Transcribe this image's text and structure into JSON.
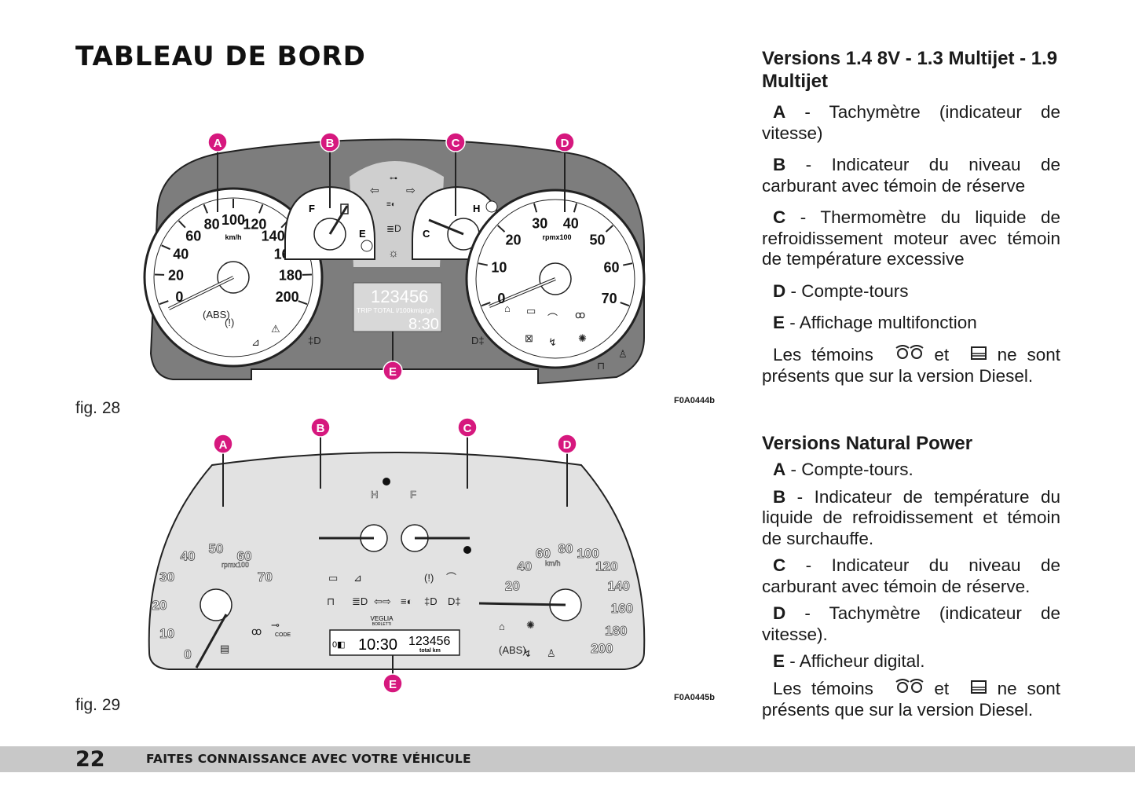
{
  "page": {
    "title": "TABLEAU DE BORD",
    "page_number": "22",
    "footer": "FAITES CONNAISSANCE AVEC VOTRE VÉHICULE"
  },
  "fig28": {
    "label": "fig. 28",
    "code": "F0A0444b",
    "callouts": [
      "A",
      "B",
      "C",
      "D",
      "E"
    ],
    "speedo_ticks": [
      "0",
      "20",
      "40",
      "60",
      "80",
      "100",
      "120",
      "140",
      "160",
      "180",
      "200"
    ],
    "speedo_unit": "km/h",
    "fuel_labels": [
      "F",
      "E"
    ],
    "temp_labels": [
      "C",
      "H"
    ],
    "tacho_ticks": [
      "0",
      "10",
      "20",
      "30",
      "40",
      "50",
      "60",
      "70"
    ],
    "tacho_unit": "rpmx100",
    "display_odo": "123456",
    "display_trip": "TRIP TOTAL l/100kmip/gh",
    "display_time": "8:30"
  },
  "fig29": {
    "label": "fig. 29",
    "code": "F0A0445b",
    "callouts": [
      "A",
      "B",
      "C",
      "D",
      "E"
    ],
    "tacho_ticks": [
      "0",
      "10",
      "20",
      "30",
      "40",
      "50",
      "60",
      "70"
    ],
    "tacho_unit": "rpmx100",
    "temp_label": "H",
    "fuel_label": "F",
    "speedo_ticks": [
      "20",
      "40",
      "60",
      "80",
      "100",
      "120",
      "140",
      "160",
      "180",
      "200"
    ],
    "speedo_unit": "km/h",
    "brand": "VEGLIA",
    "brand_sub": "BORLETTI",
    "code_label": "CODE",
    "display_time": "10:30",
    "display_odo": "123456",
    "display_odo_label": "total km"
  },
  "section1": {
    "title": "Versions 1.4 8V - 1.3 Multijet - 1.9 Multijet",
    "items": [
      {
        "key": "A",
        "text": " - Tachymètre (indicateur de vitesse)"
      },
      {
        "key": "B",
        "text": " - Indicateur du niveau de carburant avec témoin de réserve"
      },
      {
        "key": "C",
        "text": " - Thermomètre du liquide de refroidissement moteur avec témoin de température excessive"
      },
      {
        "key": "D",
        "text": " - Compte-tours"
      },
      {
        "key": "E",
        "text": " - Affichage multifonction"
      }
    ],
    "note_pre": "Les témoins ",
    "note_mid": " et ",
    "note_post": " ne sont présents que sur la version Diesel."
  },
  "section2": {
    "title": "Versions Natural Power",
    "items": [
      {
        "key": "A",
        "text": " - Compte-tours."
      },
      {
        "key": "B",
        "text": " - Indicateur de température du liquide de refroidissement et témoin de surchauffe."
      },
      {
        "key": "C",
        "text": " - Indicateur du niveau de carburant avec témoin de réserve."
      },
      {
        "key": "D",
        "text": " - Tachymètre (indicateur de vitesse)."
      },
      {
        "key": "E",
        "text": " - Afficheur digital."
      }
    ],
    "note_pre": "Les témoins ",
    "note_mid": " et ",
    "note_post": " ne sont présents que sur la version Diesel."
  },
  "colors": {
    "callout": "#d6187e",
    "cluster_grey": "#7d7d7d",
    "panel_light": "#e2e2e2",
    "footer_bar": "#c8c8c8"
  }
}
